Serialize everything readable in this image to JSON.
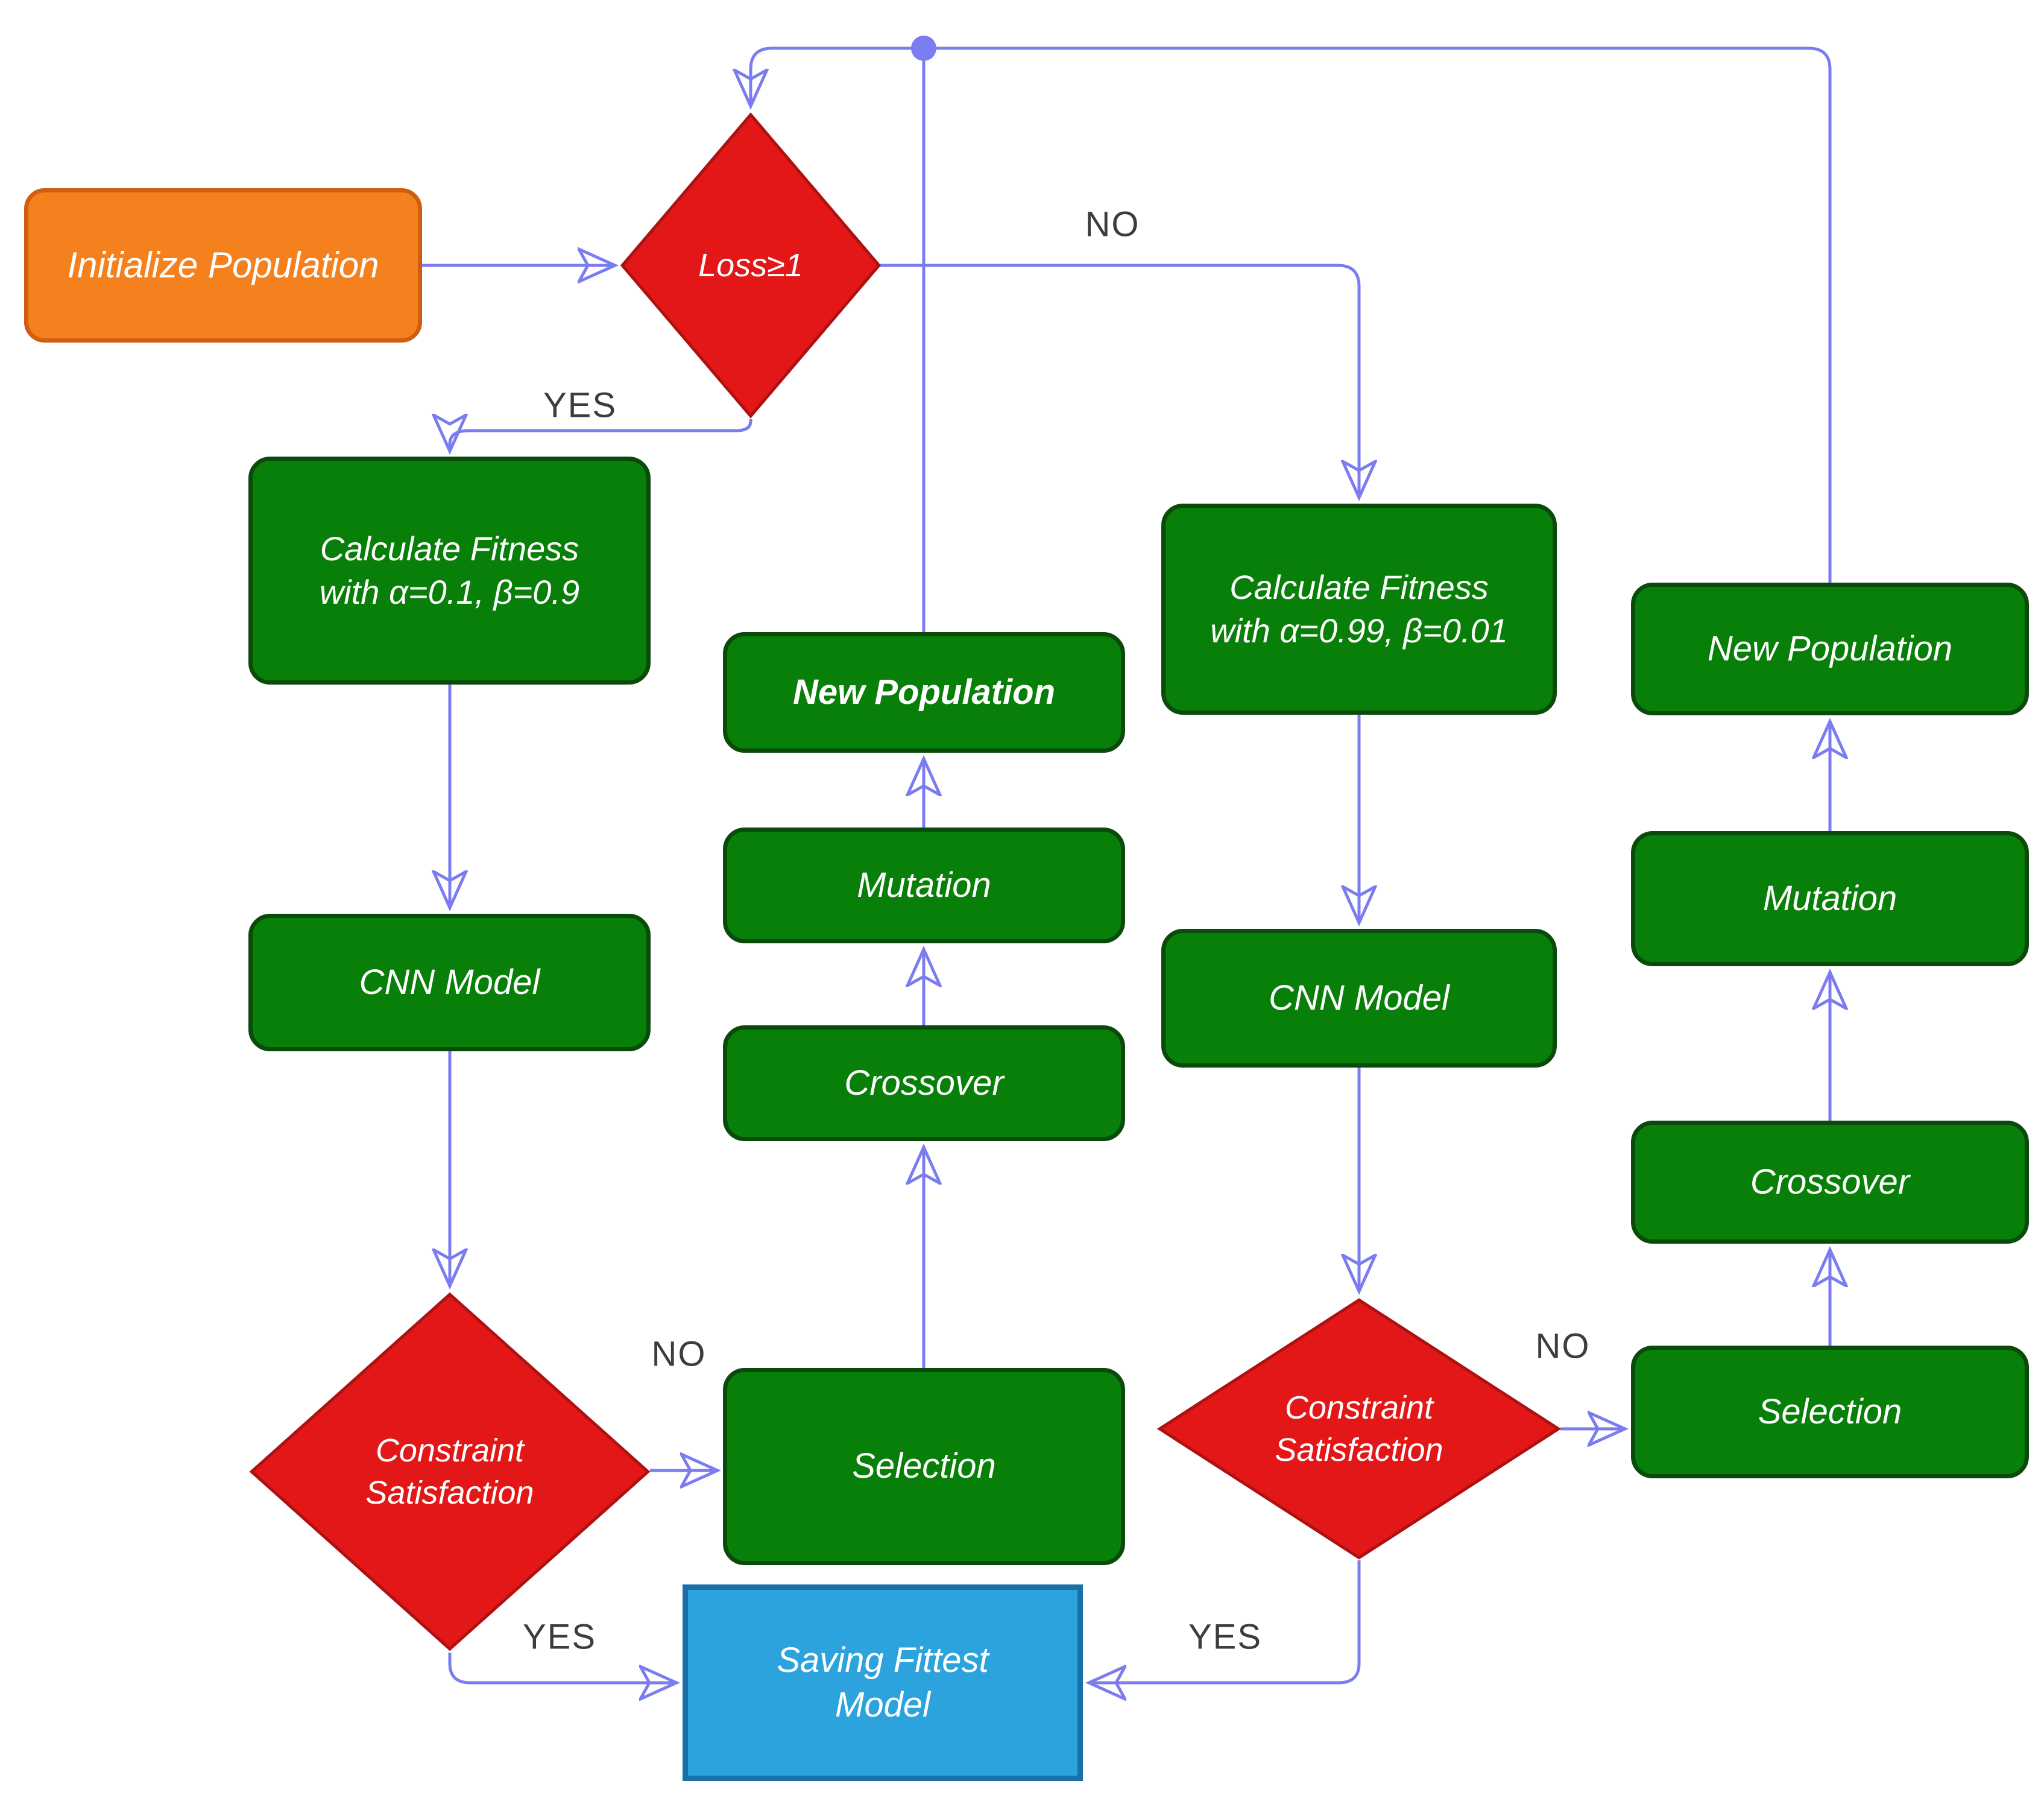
{
  "diagram": {
    "type": "flowchart",
    "title": "Genetic algorithm with CNN model flowchart"
  },
  "nodes": {
    "init": {
      "label": "Initialize Population"
    },
    "loss": {
      "label": "Loss≥1"
    },
    "fitness1": {
      "line1": "Calculate Fitness",
      "line2": "with α=0.1, β=0.9"
    },
    "fitness2": {
      "line1": "Calculate Fitness",
      "line2": "with α=0.99, β=0.01"
    },
    "cnn1": {
      "label": "CNN Model"
    },
    "cnn3": {
      "label": "CNN Model"
    },
    "newpop2": {
      "label": "New Population"
    },
    "newpop4": {
      "label": "New Population"
    },
    "mutation2": {
      "label": "Mutation"
    },
    "mutation4": {
      "label": "Mutation"
    },
    "crossover2": {
      "label": "Crossover"
    },
    "crossover4": {
      "label": "Crossover"
    },
    "selection2": {
      "label": "Selection"
    },
    "selection4": {
      "label": "Selection"
    },
    "constraint1": {
      "line1": "Constraint",
      "line2": "Satisfaction"
    },
    "constraint3": {
      "line1": "Constraint",
      "line2": "Satisfaction"
    },
    "save": {
      "line1": "Saving Fittest",
      "line2": "Model"
    }
  },
  "edge_labels": {
    "yes_top": "YES",
    "no_top": "NO",
    "no_constraint_left": "NO",
    "no_constraint_right": "NO",
    "yes_save_left": "YES",
    "yes_save_right": "YES"
  },
  "colors": {
    "process_fill": "#087F08",
    "process_border": "#0A4A0A",
    "start_fill": "#F5801E",
    "start_border": "#D05E10",
    "decision_fill": "#E31717",
    "decision_border": "#AD1111",
    "terminal_fill": "#2CA3DC",
    "terminal_border": "#1B6FA8",
    "connector": "#7B7CF0",
    "edge_label_text": "#3D3D3D",
    "node_text": "#FFFFFF"
  }
}
